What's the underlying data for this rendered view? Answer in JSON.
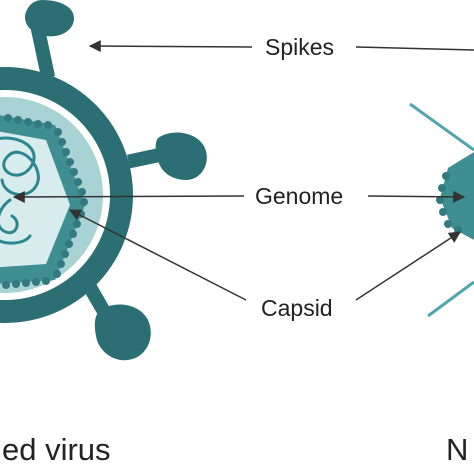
{
  "labels": {
    "spikes": "Spikes",
    "genome": "Genome",
    "capsid": "Capsid"
  },
  "captions": {
    "left": "ed virus",
    "right": "N"
  },
  "colors": {
    "dark_teal": "#2b6e74",
    "mid_teal": "#3f8e92",
    "light_teal": "#a9d2d4",
    "pale_teal": "#d8ecee",
    "bead": "#327a80",
    "genome_strand": "#2c8790",
    "naked_spike": "#4fa6ad",
    "arrow": "#333333"
  }
}
